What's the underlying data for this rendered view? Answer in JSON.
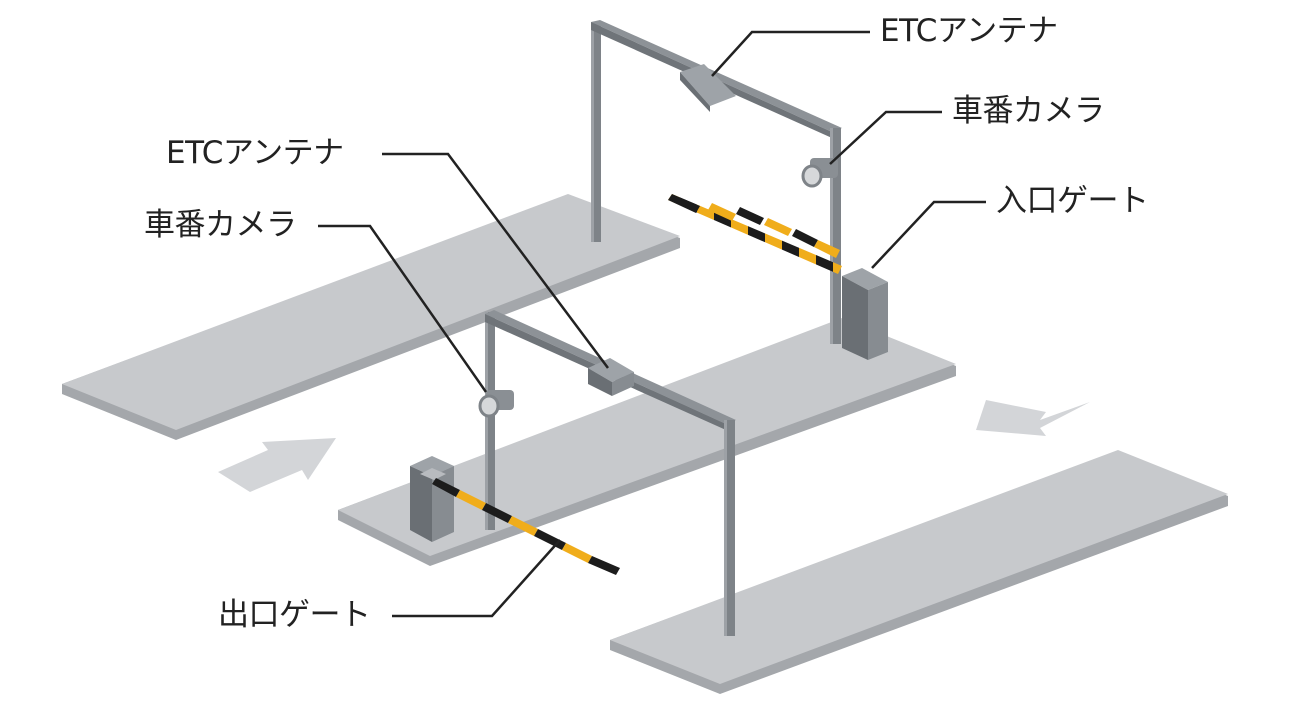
{
  "labels": {
    "etc_antenna_entry": "ETCアンテナ",
    "plate_camera_entry": "車番カメラ",
    "entry_gate": "入口ゲート",
    "etc_antenna_exit": "ETCアンテナ",
    "plate_camera_exit": "車番カメラ",
    "exit_gate": "出口ゲート"
  },
  "colors": {
    "platform_top": "#c7c9cc",
    "platform_side": "#a4a7ab",
    "pole": "#7e8388",
    "pole_edge": "#9da1a6",
    "gate_box": "#6a6f74",
    "stripe_yellow": "#f0ad1b",
    "stripe_black": "#1c1c1c",
    "arrow": "#d3d5d8",
    "leader_line": "#222222"
  }
}
